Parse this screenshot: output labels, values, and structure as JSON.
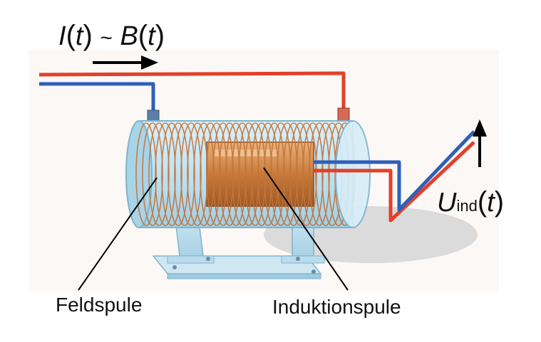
{
  "labels": {
    "current_field": {
      "var_i": "I",
      "t": "t",
      "op": "~",
      "var_b": "B"
    },
    "voltage": {
      "var_u": "U",
      "sub": "ind",
      "t": "t"
    },
    "feldspule": "Feldspule",
    "induktionspule": "Induktionspule"
  },
  "colors": {
    "red_wire": "#e2402a",
    "blue_wire": "#2f5fb8",
    "glass": "#bfe3f2",
    "copper": "#c97a3a",
    "stand": "#bfe0ef"
  },
  "arrows": {
    "current_direction": "right",
    "voltage_direction": "up"
  }
}
